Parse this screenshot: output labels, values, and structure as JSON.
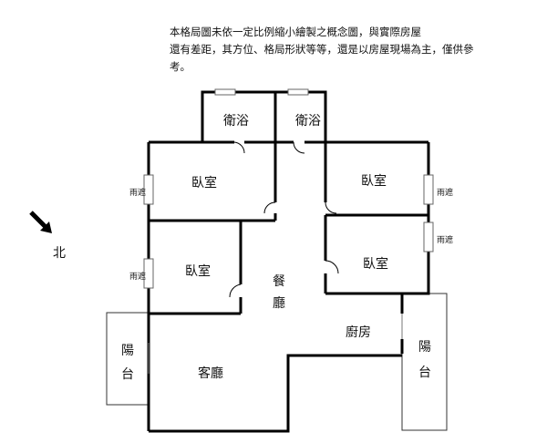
{
  "note": {
    "line1": "本格局圖未依一定比例縮小繪製之概念圖，與實際房屋",
    "line2": "還有差距，其方位、格局形狀等等，還是以房屋現場為主，僅供參",
    "line3": "考。"
  },
  "compass": {
    "label": "北"
  },
  "rooms": {
    "bath_left": "衛浴",
    "bath_right": "衛浴",
    "bedroom_top_left": "臥室",
    "bedroom_top_right": "臥室",
    "bedroom_bottom_left": "臥室",
    "bedroom_bottom_right": "臥室",
    "dining_1": "餐",
    "dining_2": "廳",
    "kitchen": "廚房",
    "living": "客廳",
    "balcony_left_1": "陽",
    "balcony_left_2": "台",
    "balcony_right_1": "陽",
    "balcony_right_2": "台"
  },
  "windows": {
    "w1": "雨遮",
    "w2": "雨遮",
    "w3": "雨遮",
    "w4": "雨遮"
  }
}
